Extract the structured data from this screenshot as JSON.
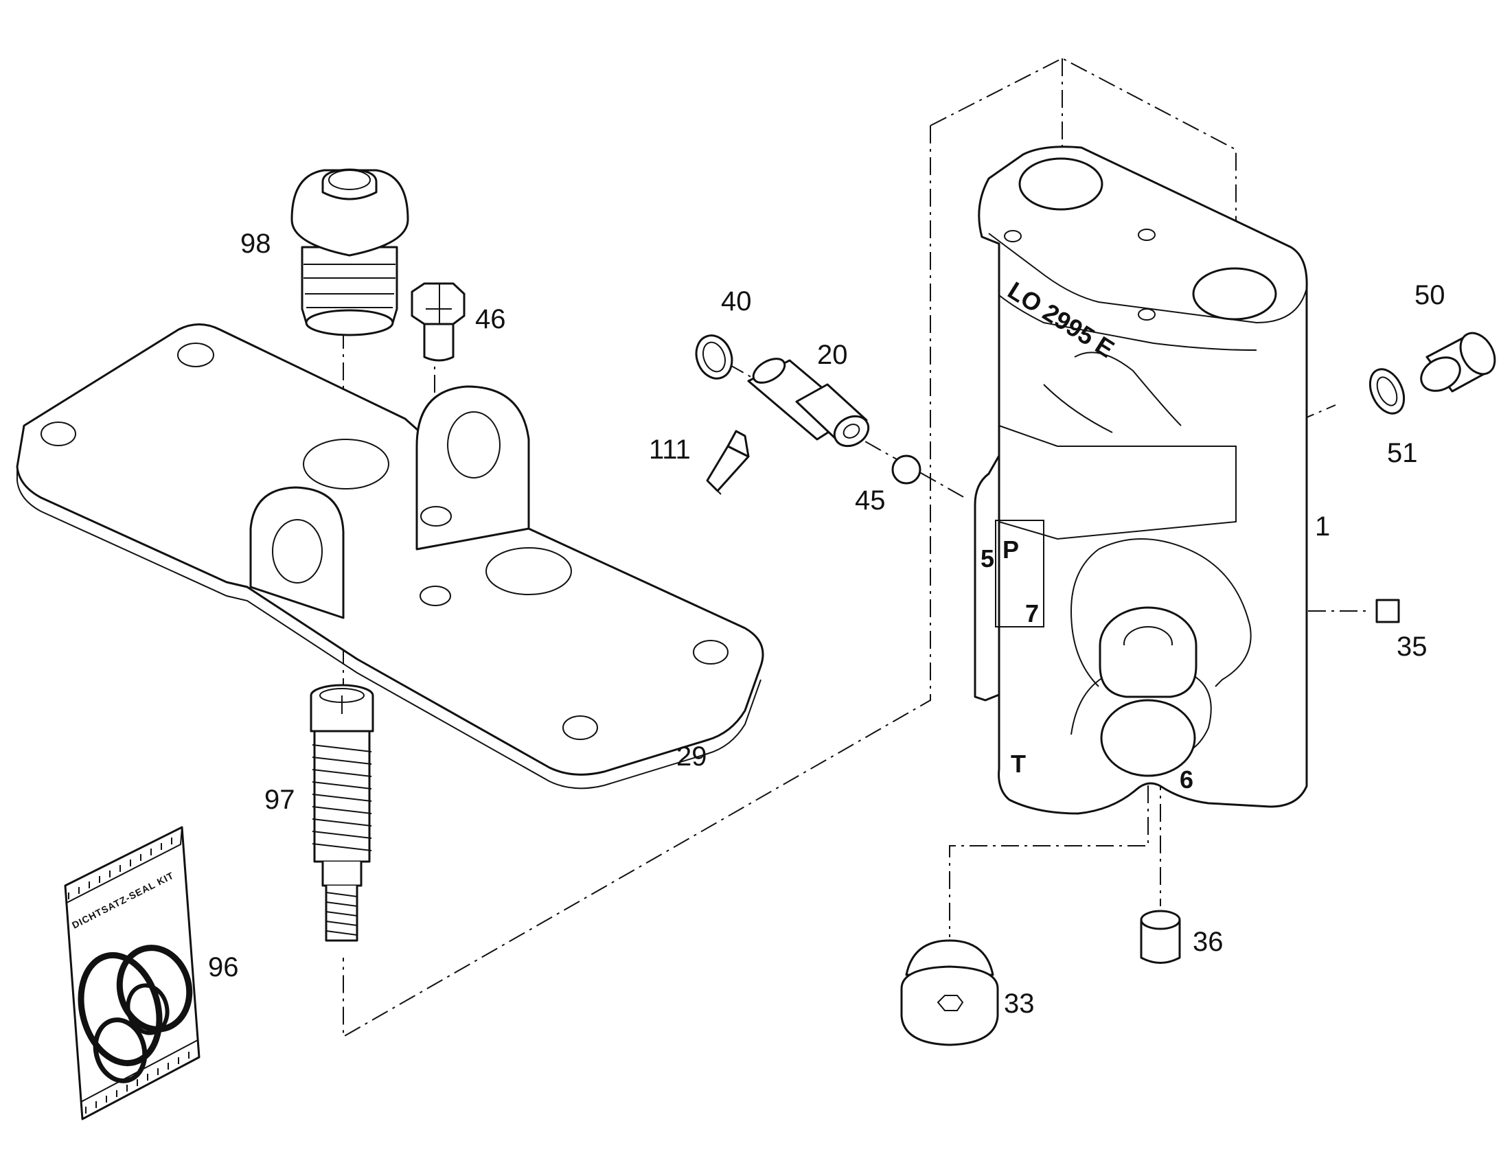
{
  "diagram": {
    "callouts": [
      "98",
      "46",
      "40",
      "20",
      "111",
      "45",
      "50",
      "51",
      "1",
      "35",
      "29",
      "97",
      "96",
      "33",
      "36"
    ],
    "housing_markings": {
      "part_code": "LO 2995 E",
      "port_p": "P",
      "port_5": "5",
      "port_7": "7",
      "port_t": "T",
      "port_6": "6"
    },
    "seal_kit_label": "DICHTSATZ-SEAL KIT"
  }
}
